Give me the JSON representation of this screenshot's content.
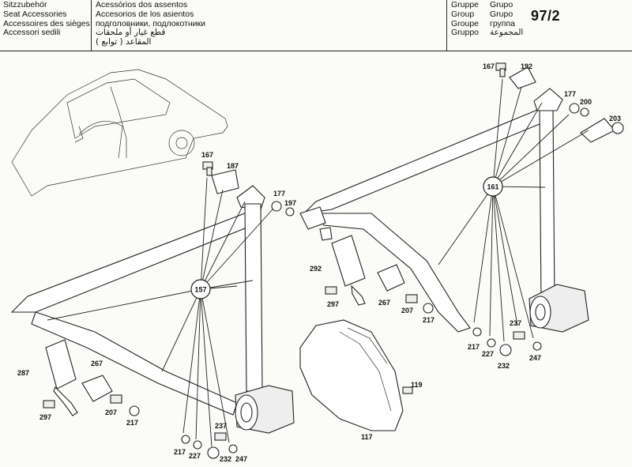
{
  "header": {
    "col1": [
      "Sitzzubehör",
      "Seat Accessories",
      "Accessoires des sièges",
      "Accessori sedili"
    ],
    "col2": [
      "Acessórios dos assentos",
      "Accesorios de los asientos",
      "подголовники, подлокотники",
      "قطع غيار أو ملحقات",
      "( توابع ) المقاعد"
    ],
    "col3": [
      "Gruppe",
      "Group",
      "Groupe",
      "Gruppo"
    ],
    "col4": [
      "Grupo",
      "Grupo",
      "группа",
      "المجموعة"
    ],
    "group_number": "97/2"
  },
  "diagram": {
    "callouts_circle": [
      "157",
      "161"
    ],
    "labels_left": [
      "167",
      "187",
      "177",
      "197",
      "287",
      "267",
      "297",
      "207",
      "217",
      "217",
      "227",
      "237",
      "232",
      "247"
    ],
    "labels_right": [
      "167",
      "192",
      "177",
      "200",
      "203",
      "292",
      "297",
      "267",
      "207",
      "217",
      "217",
      "227",
      "237",
      "232",
      "247",
      "119",
      "117"
    ]
  }
}
